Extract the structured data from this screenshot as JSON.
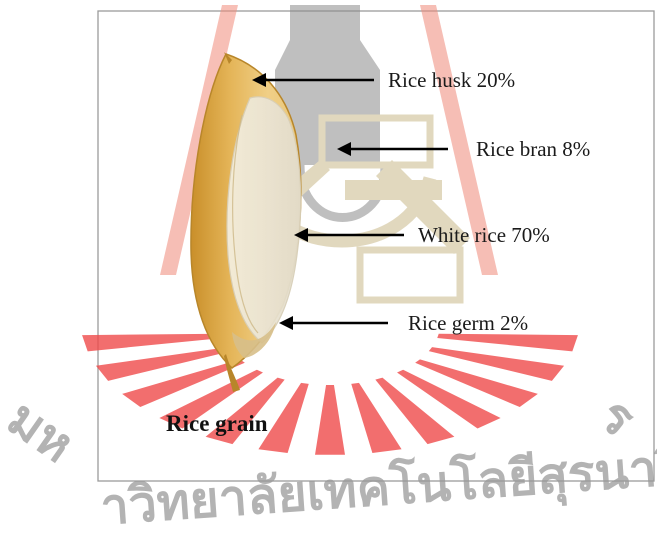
{
  "figure": {
    "title": "Rice grain",
    "parts": [
      {
        "label": "Rice husk 20%",
        "name": "Rice husk",
        "percent": 20
      },
      {
        "label": "Rice bran 8%",
        "name": "Rice bran",
        "percent": 8
      },
      {
        "label": "White rice 70%",
        "name": "White rice",
        "percent": 70
      },
      {
        "label": "Rice germ 2%",
        "name": "Rice germ",
        "percent": 2
      }
    ]
  },
  "watermark": {
    "text_left": "มห",
    "text_bottom": "าวิทยาลัยเทคโนโลยีสุรนารี",
    "text_right": "ร",
    "colors": {
      "fan": "#f04a4a",
      "emblem": "#c9b98a",
      "text": "#9a9a9a"
    }
  },
  "colors": {
    "frame": "#9b9b9b",
    "husk": "#d9a441",
    "husk_dark": "#b8862a",
    "bran": "#ece7d8",
    "arrow": "#000000"
  }
}
